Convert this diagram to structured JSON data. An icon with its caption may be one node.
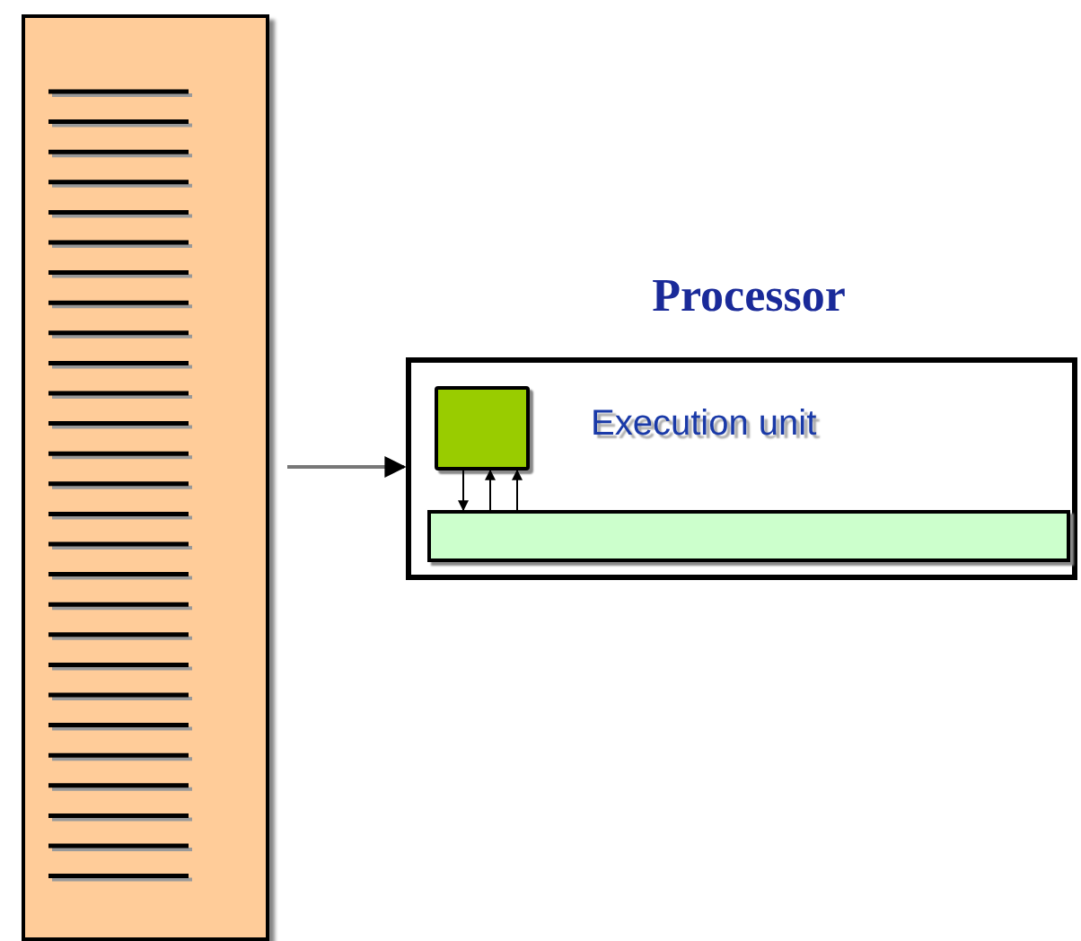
{
  "diagram": {
    "nodes": [
      {
        "text": [],
        "shape": "bar"
      },
      {
        "text": [
          "Processor"
        ]
      },
      {
        "text": [],
        "shape": "box",
        "in": 1,
        "beside": [
          "Execution unit"
        ]
      },
      {
        "text": [],
        "shape": "bar",
        "in": 1
      }
    ],
    "edges": [
      {
        "from": 0,
        "to": 1,
        "arrow": "to",
        "color": "#777777"
      },
      {
        "from": 2,
        "to": 3,
        "arrow": "to"
      },
      {
        "from": 3,
        "to": 2,
        "arrow": "to"
      },
      {
        "from": 3,
        "to": 2,
        "arrow": "to"
      }
    ]
  }
}
